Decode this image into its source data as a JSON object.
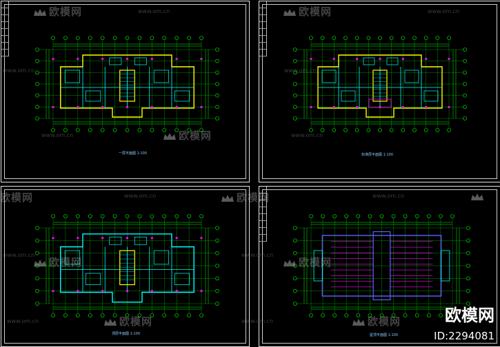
{
  "sheets": [
    {
      "caption": "一层平面图  1:100"
    },
    {
      "caption": "标准层平面图  1:100"
    },
    {
      "caption": "顶层平面图  1:100"
    },
    {
      "caption": "屋顶平面图  1:100"
    }
  ],
  "watermark": {
    "text": "欧模网",
    "url": "www.om.cn"
  },
  "brand": {
    "name": "欧模网",
    "id": "ID:2294081"
  },
  "colors": {
    "background": "#000000",
    "grid": "#00ff00",
    "wall_yellow": "#ffff00",
    "wall_cyan": "#00ffff",
    "magenta": "#ff00ff",
    "blue": "#6060ff"
  }
}
